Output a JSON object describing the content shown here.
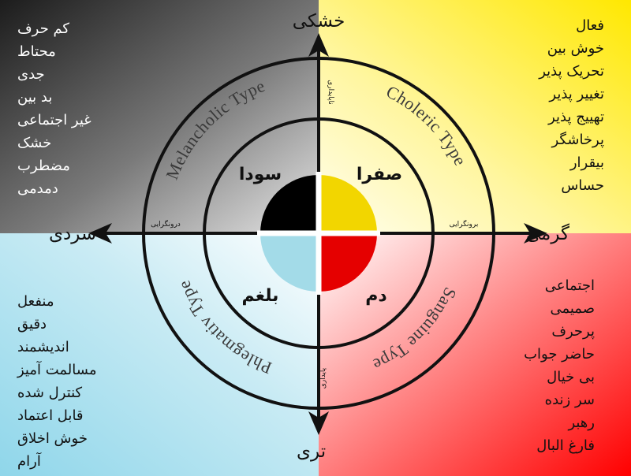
{
  "axes": {
    "top": "خشکی",
    "bottom": "تری",
    "left": "سردی",
    "right": "گرمی"
  },
  "types": {
    "melancholic": "Melancholic Type",
    "choleric": "Choleric Type",
    "sanguine": "Sanguine Type",
    "phlegmatic": "Phlegmativ Type"
  },
  "humors": {
    "melancholic": "سودا",
    "choleric": "صفرا",
    "sanguine": "دم",
    "phlegmatic": "بلغم"
  },
  "small_labels": {
    "introversion": "درونگرایی",
    "extraversion": "برونگرایی",
    "stability_top": "ناپایداری",
    "stability_bottom": "پایداری"
  },
  "traits": {
    "melancholic": [
      "کم حرف",
      "محتاط",
      "جدی",
      "بد بین",
      "غیر اجتماعی",
      "خشک",
      "مضطرب",
      "دمدمی"
    ],
    "choleric": [
      "فعال",
      "خوش بین",
      "تحریک پذیر",
      "تغییر پذیر",
      "تهییج پذیر",
      "پرخاشگر",
      "بیقرار",
      "حساس"
    ],
    "phlegmatic": [
      "منفعل",
      "دقیق",
      "اندیشمند",
      "مسالمت آمیز",
      "کنترل شده",
      "قابل اعتماد",
      "خوش اخلاق",
      "آرام"
    ],
    "sanguine": [
      "اجتماعی",
      "صمیمی",
      "پرحرف",
      "حاضر جواب",
      "بی خیال",
      "سر زنده",
      "رهبر",
      "فارغ البال"
    ]
  },
  "colors": {
    "melancholic": "#000000",
    "choleric": "#f2d600",
    "sanguine": "#e50000",
    "phlegmatic": "#a3dbe8",
    "background_top_left": "#3a3a3a",
    "background_top_right": "#fff06a",
    "background_bottom_left": "#aee0ee",
    "background_bottom_right": "#ff2a2a"
  }
}
